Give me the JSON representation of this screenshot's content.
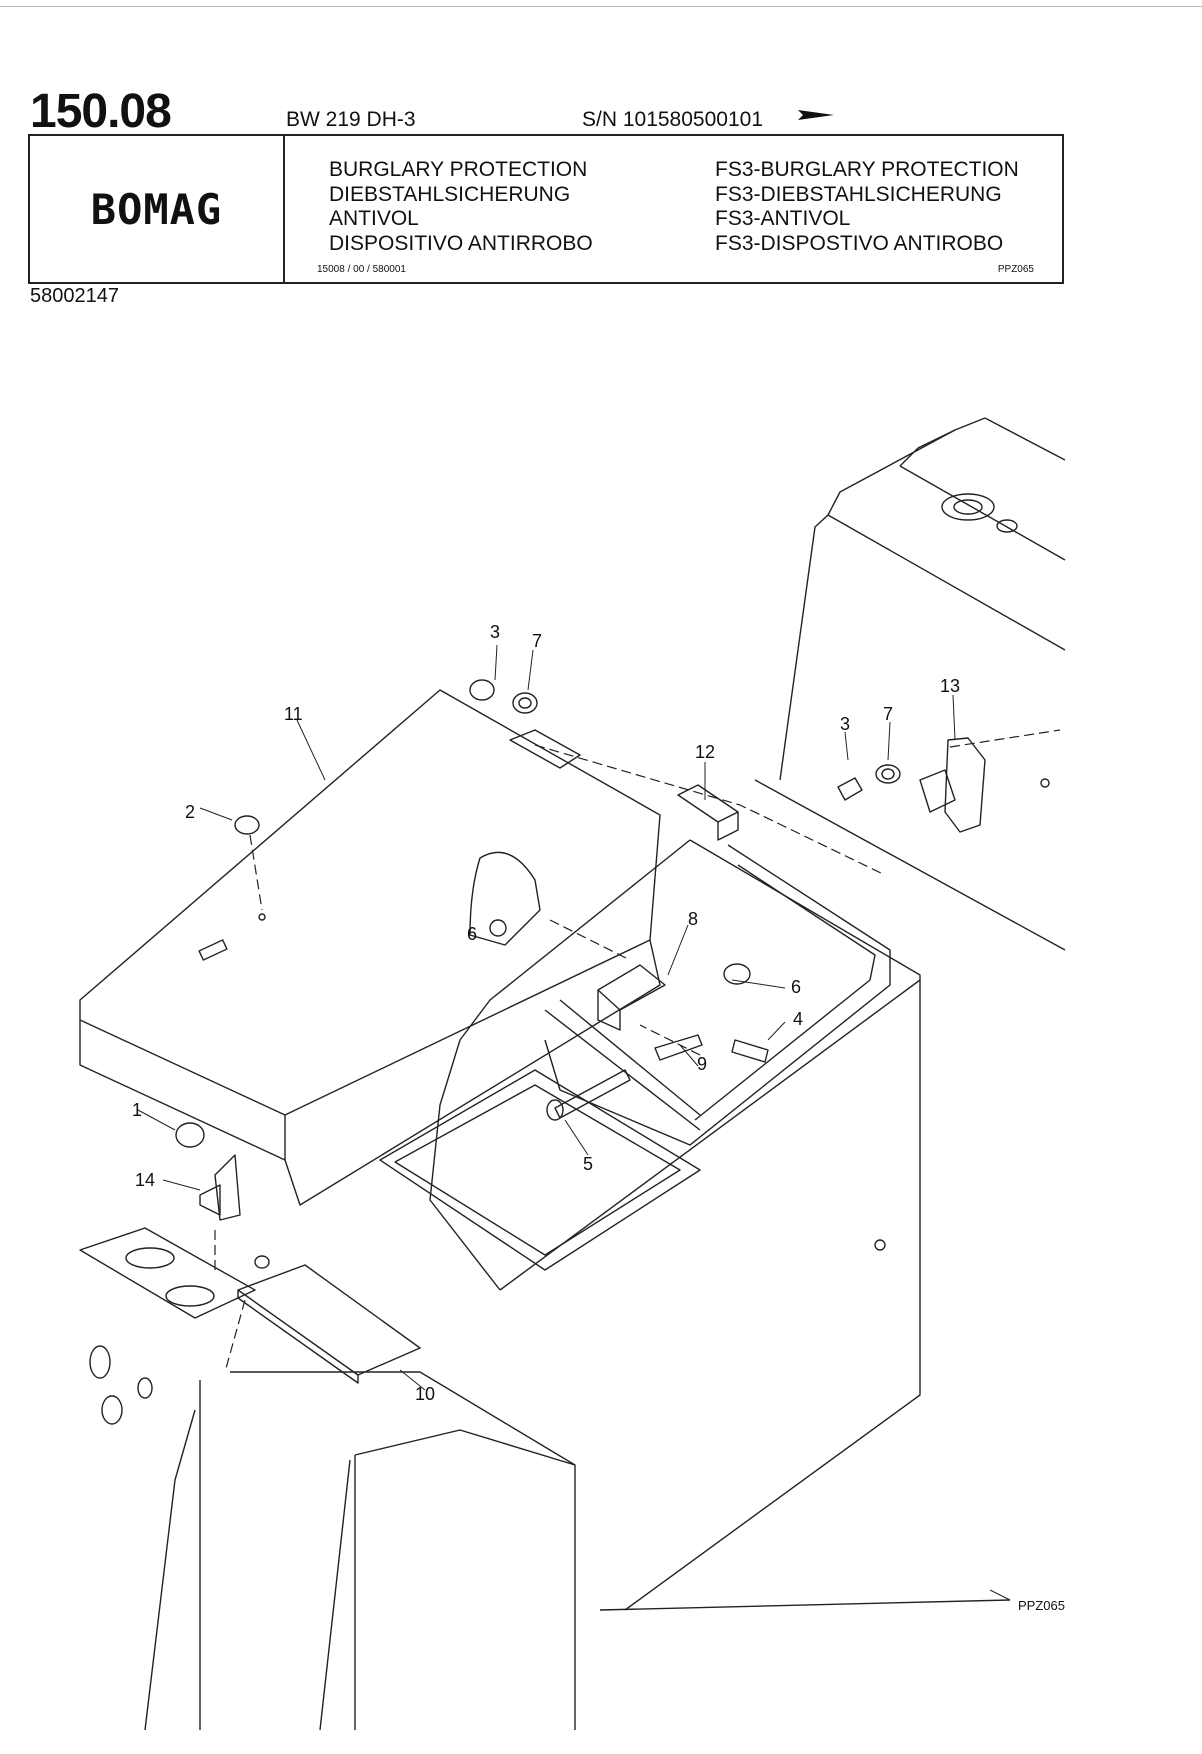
{
  "header": {
    "page_number": "150.08",
    "model": "BW 219 DH-3",
    "serial": "S/N 101580500101",
    "logo": "BOMAG",
    "titles_left": [
      "BURGLARY PROTECTION",
      "DIEBSTAHLSICHERUNG",
      "ANTIVOL",
      "DISPOSITIVO ANTIRROBO"
    ],
    "titles_right": [
      "FS3-BURGLARY PROTECTION",
      "FS3-DIEBSTAHLSICHERUNG",
      "FS3-ANTIVOL",
      "FS3-DISPOSTIVO ANTIROBO"
    ],
    "ref_left": "15008 / 00 / 580001",
    "ref_right": "PPZ065",
    "document_number": "58002147"
  },
  "drawing": {
    "figure_code": "PPZ065",
    "callouts": {
      "c3a": "3",
      "c7a": "7",
      "c11": "11",
      "c2": "2",
      "c12": "12",
      "c13": "13",
      "c3b": "3",
      "c7b": "7",
      "c6a": "6",
      "c8": "8",
      "c6b": "6",
      "c4": "4",
      "c9": "9",
      "c1": "1",
      "c5": "5",
      "c14": "14",
      "c10": "10"
    }
  }
}
